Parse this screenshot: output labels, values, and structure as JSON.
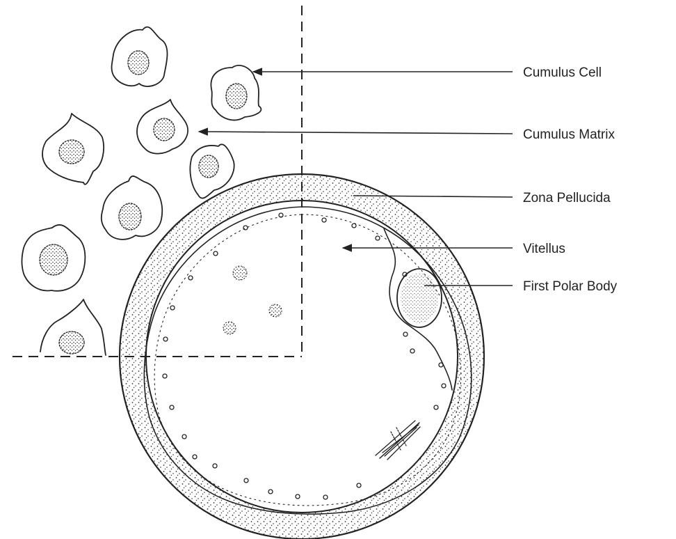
{
  "labels": {
    "cumulus_cell": "Cumulus Cell",
    "cumulus_matrix": "Cumulus Matrix",
    "zona_pellucida": "Zona Pellucida",
    "vitellus": "Vitellus",
    "first_polar_body": "First Polar Body"
  },
  "colors": {
    "ink": "#222222",
    "background": "#ffffff"
  }
}
